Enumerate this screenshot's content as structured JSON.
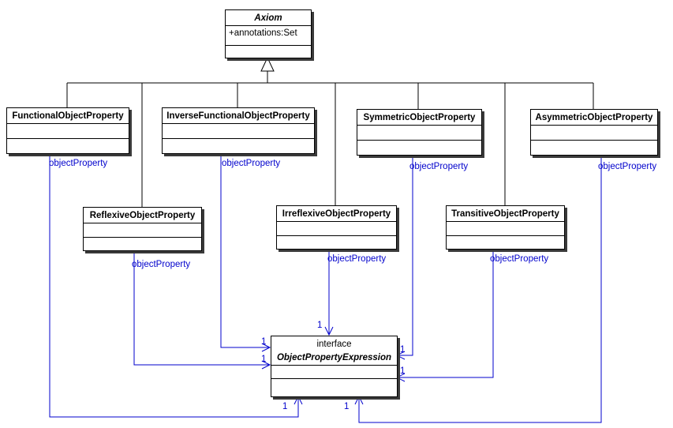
{
  "diagram": {
    "axiom": {
      "name": "Axiom",
      "attribute": "+annotations:Set"
    },
    "classes": [
      {
        "name": "FunctionalObjectProperty"
      },
      {
        "name": "InverseFunctionalObjectProperty"
      },
      {
        "name": "SymmetricObjectProperty"
      },
      {
        "name": "AsymmetricObjectProperty"
      },
      {
        "name": "ReflexiveObjectProperty"
      },
      {
        "name": "IrreflexiveObjectProperty"
      },
      {
        "name": "TransitiveObjectProperty"
      }
    ],
    "interface": {
      "stereotype": "interface",
      "name": "ObjectPropertyExpression"
    },
    "associations": [
      {
        "from": "FunctionalObjectProperty",
        "to": "ObjectPropertyExpression",
        "label": "objectProperty",
        "multiplicity": "1"
      },
      {
        "from": "InverseFunctionalObjectProperty",
        "to": "ObjectPropertyExpression",
        "label": "objectProperty",
        "multiplicity": "1"
      },
      {
        "from": "SymmetricObjectProperty",
        "to": "ObjectPropertyExpression",
        "label": "objectProperty",
        "multiplicity": "1"
      },
      {
        "from": "AsymmetricObjectProperty",
        "to": "ObjectPropertyExpression",
        "label": "objectProperty",
        "multiplicity": "1"
      },
      {
        "from": "ReflexiveObjectProperty",
        "to": "ObjectPropertyExpression",
        "label": "objectProperty",
        "multiplicity": "1"
      },
      {
        "from": "IrreflexiveObjectProperty",
        "to": "ObjectPropertyExpression",
        "label": "objectProperty",
        "multiplicity": "1"
      },
      {
        "from": "TransitiveObjectProperty",
        "to": "ObjectPropertyExpression",
        "label": "objectProperty",
        "multiplicity": "1"
      }
    ],
    "generalization_parent": "Axiom",
    "colors": {
      "association": "#0000cc",
      "generalization": "#000000",
      "box_border": "#000000",
      "box_fill": "#ffffff",
      "shadow": "#3a3a3a"
    }
  }
}
